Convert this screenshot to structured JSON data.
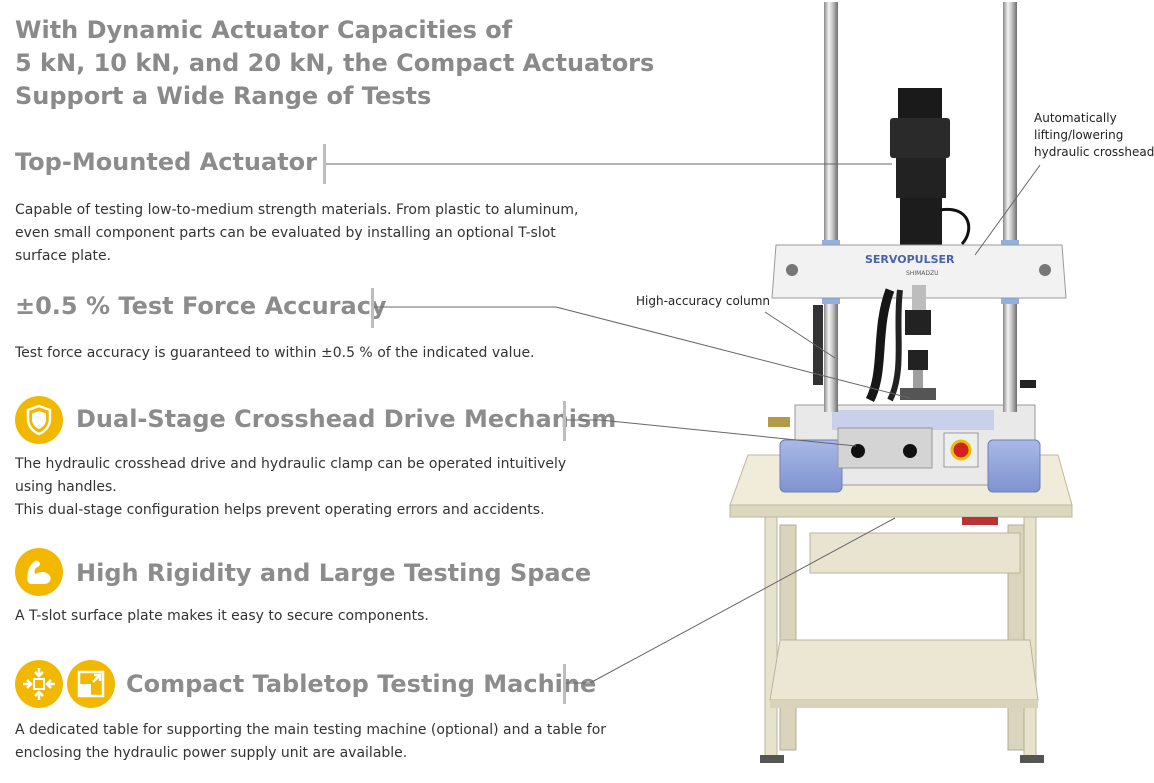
{
  "headline": {
    "lines": [
      "With Dynamic Actuator Capacities of",
      "5 kN, 10 kN, and 20 kN, the Compact Actuators",
      "Support a Wide Range of Tests"
    ]
  },
  "sections": [
    {
      "title": "Top-Mounted Actuator",
      "body": [
        "Capable of testing low-to-medium strength materials. From plastic to aluminum,",
        "even small component parts can be evaluated by installing an optional T-slot",
        "surface plate."
      ]
    },
    {
      "title": "±0.5 % Test Force Accuracy",
      "body": [
        "Test force accuracy is guaranteed to within ±0.5 % of the indicated value."
      ]
    },
    {
      "title": "Dual-Stage Crosshead Drive Mechanism",
      "icon": "shield-icon",
      "body": [
        "The hydraulic crosshead drive and hydraulic clamp can be operated intuitively",
        "using handles.",
        "This dual-stage configuration helps prevent operating errors and accidents."
      ]
    },
    {
      "title": "High Rigidity and Large Testing Space",
      "icon": "flexed-arm-icon",
      "body": [
        "A T-slot surface plate makes it easy to secure components."
      ]
    },
    {
      "title": "Compact Tabletop Testing Machine",
      "icons": [
        "compress-arrows-icon",
        "resize-corner-icon"
      ],
      "body": [
        "A dedicated table for supporting the main testing machine (optional) and a table for",
        "enclosing the hydraulic power supply unit are available."
      ]
    }
  ],
  "callouts": {
    "crosshead": [
      "Automatically",
      "lifting/lowering",
      "hydraulic crosshead"
    ],
    "column": "High-accuracy column"
  },
  "machine": {
    "brand_label": "SERVOPULSER",
    "maker_label": "SHIMADZU"
  },
  "colors": {
    "heading_gray": "#8c8c8c",
    "icon_yellow": "#f2b800",
    "base_blue": "#8fa3d8",
    "table_beige": "#ece8d4"
  }
}
